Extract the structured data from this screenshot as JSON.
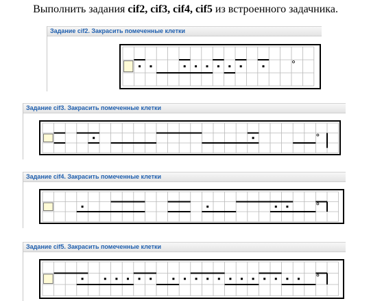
{
  "heading": {
    "prefix": "Выполнить задания ",
    "tasks": "cif2, cif3, cif4, cif5",
    "suffix": " из встроенного задачника."
  },
  "panels": [
    {
      "id": "cif2",
      "title": "Задание cif2. Закрасить помеченные клетки"
    },
    {
      "id": "cif3",
      "title": "Задание cif3. Закрасить помеченные клетки"
    },
    {
      "id": "cif4",
      "title": "Задание cif4. Закрасить помеченные клетки"
    },
    {
      "id": "cif5",
      "title": "Задание cif5. Закрасить помеченные клетки"
    }
  ],
  "colors": {
    "header_text": "#1f5fae",
    "robot_fill": "#fffbd6",
    "grid_line": "#b8b8b8",
    "wall": "#000000"
  }
}
